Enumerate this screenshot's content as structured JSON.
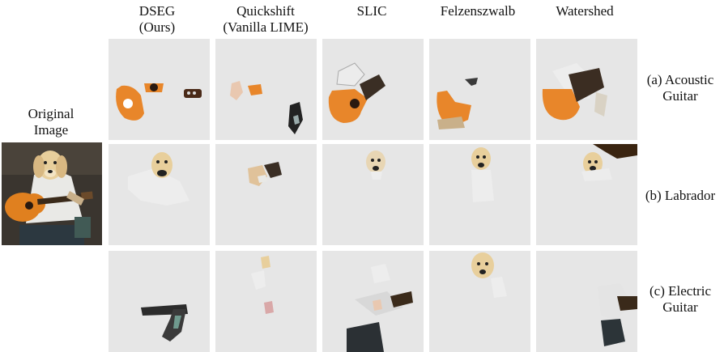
{
  "columns": [
    {
      "line1": "DSEG",
      "line2": "(Ours)"
    },
    {
      "line1": "Quickshift",
      "line2": "(Vanilla LIME)"
    },
    {
      "line1": "SLIC",
      "line2": ""
    },
    {
      "line1": "Felzenszwalb",
      "line2": ""
    },
    {
      "line1": "Watershed",
      "line2": ""
    }
  ],
  "original": {
    "line1": "Original",
    "line2": "Image"
  },
  "rows": [
    {
      "line1": "(a) Acoustic",
      "line2": "Guitar"
    },
    {
      "line1": "(b) Labrador",
      "line2": ""
    },
    {
      "line1": "(c) Electric",
      "line2": "Guitar"
    }
  ],
  "colors": {
    "panel_bg": "#e6e6e6",
    "guitar_orange": "#e8862a",
    "dog_cream": "#e8d6b4",
    "shirt_white": "#f0f0f0",
    "dark": "#2a2420"
  }
}
